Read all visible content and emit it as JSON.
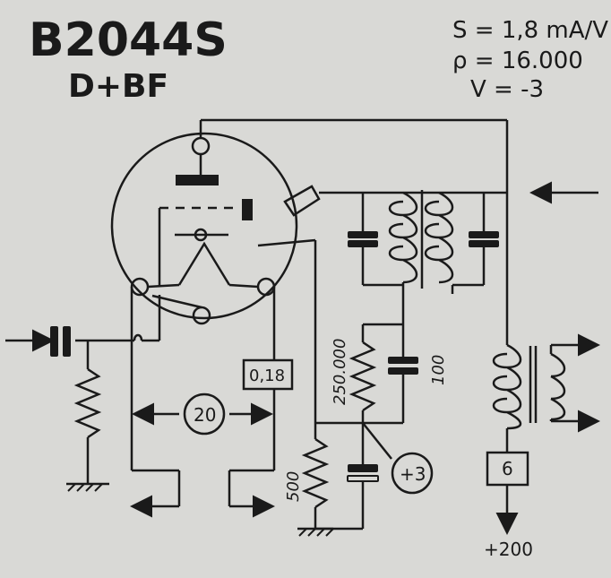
{
  "header": {
    "title": "B2044S",
    "subtitle": "D+BF"
  },
  "params": {
    "s": "S = 1,8 mA/V",
    "rho": "ρ = 16.000",
    "v": "V = -3"
  },
  "labels": {
    "filament_current": "0,18",
    "filament_voltage": "20",
    "resistor_250k": "250.000",
    "capacitor_100": "100",
    "resistor_500": "500",
    "bias": "+3",
    "box_6": "6",
    "supply": "+200"
  }
}
